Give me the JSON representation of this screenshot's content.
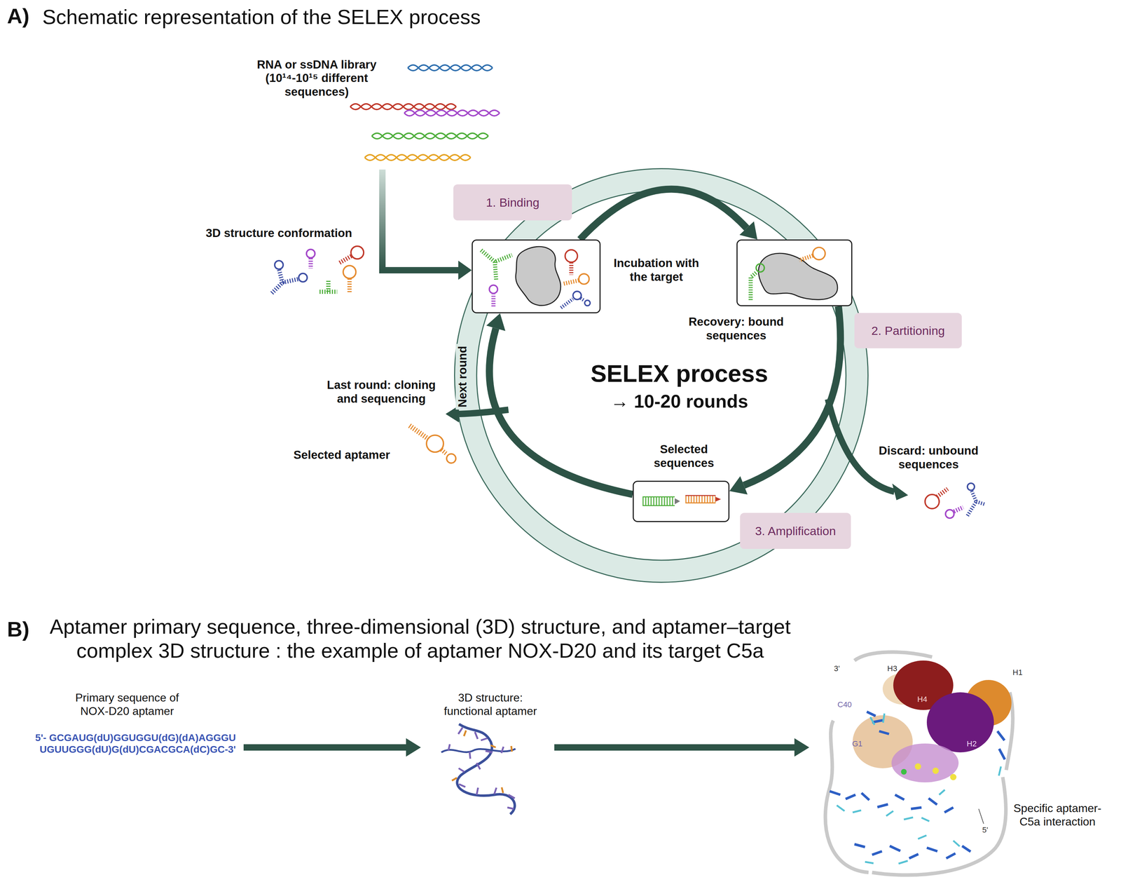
{
  "diagram": {
    "nodes": [
      {
        "text": [
          "1. Binding"
        ]
      },
      {
        "text": [
          "Incubation with the target"
        ]
      },
      {
        "text": [
          "Recovery: bound sequences"
        ]
      },
      {
        "text": [
          "2. Partitioning"
        ]
      },
      {
        "text": [
          "SELEX process",
          "→ 10-20 rounds"
        ]
      },
      {
        "text": [
          "Selected sequences"
        ]
      },
      {
        "text": [
          "3. Amplification"
        ]
      }
    ],
    "edges": [
      {
        "from": 1,
        "to": 2,
        "arrow": "to"
      },
      {
        "from": 2,
        "to": 5,
        "arrow": "to"
      },
      {
        "from": 5,
        "to": 1,
        "arrow": "to",
        "label": "Next round"
      }
    ],
    "labels": [
      "A)",
      "Schematic representation of the SELEX process",
      "RNA or ssDNA library (10¹⁴-10¹⁵ different sequences)",
      "3D structure conformation",
      "Last round: cloning and sequencing",
      "Selected aptamer",
      "Discard: unbound sequences",
      "B)",
      "Aptamer primary sequence, three-dimensional (3D) structure, and aptamer–target complex 3D structure : the example of aptamer NOX-D20 and its target C5a",
      "Primary sequence of NOX-D20 aptamer",
      "5'- GCGAUG(dU)GGUGGU(dG)(dA)AGGGU UGUUGGG(dU)G(dU)CGACGCA(dC)GC-3'",
      "3D structure: functional aptamer",
      "3'",
      "H3",
      "H1",
      "C40",
      "H4",
      "H2",
      "G1",
      "5'",
      "Specific aptamer-C5a interaction"
    ]
  }
}
